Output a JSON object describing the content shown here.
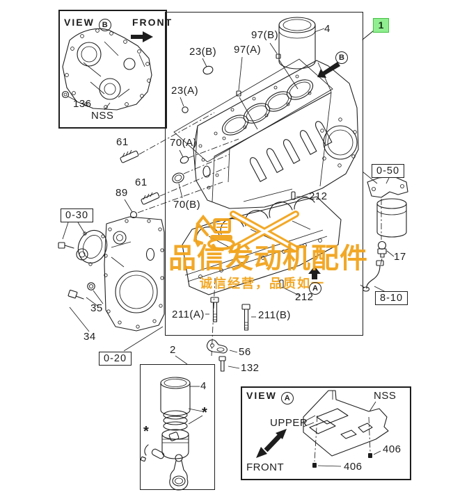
{
  "highlight": {
    "part_no": "1",
    "fill": "#90EE90",
    "border": "#42c142"
  },
  "watermark": {
    "title": "品信发动机配件",
    "subtitle": "诚信经营，品质如一",
    "color": "#F2A41C",
    "logo": "excavator-x-logo"
  },
  "view_b_box": {
    "title": "VIEW",
    "letter": "B",
    "front_label": "FRONT",
    "callout_136": "136",
    "callout_nss": "NSS"
  },
  "view_a_box": {
    "title": "VIEW",
    "letter": "A",
    "nss_label": "NSS",
    "upper_label": "UPPER",
    "front_label": "FRONT",
    "plug_1": "406",
    "plug_2": "406"
  },
  "boxed_refs": [
    {
      "text": "0-30"
    },
    {
      "text": "0-20"
    },
    {
      "text": "0-50"
    },
    {
      "text": "8-10"
    }
  ],
  "markers": {
    "circle_a": "A",
    "circle_b": "B"
  },
  "callouts": [
    {
      "text": "23(B)"
    },
    {
      "text": "23(A)"
    },
    {
      "text": "97(A)"
    },
    {
      "text": "97(B)"
    },
    {
      "text": "4"
    },
    {
      "text": "61"
    },
    {
      "text": "70(A)"
    },
    {
      "text": "61"
    },
    {
      "text": "89"
    },
    {
      "text": "70(B)"
    },
    {
      "text": "212"
    },
    {
      "text": "212"
    },
    {
      "text": "35"
    },
    {
      "text": "34"
    },
    {
      "text": "17"
    },
    {
      "text": "211(A)"
    },
    {
      "text": "211(B)"
    },
    {
      "text": "2"
    },
    {
      "text": "56"
    },
    {
      "text": "132"
    },
    {
      "text": "4"
    },
    {
      "text": "*"
    },
    {
      "text": "*"
    }
  ]
}
